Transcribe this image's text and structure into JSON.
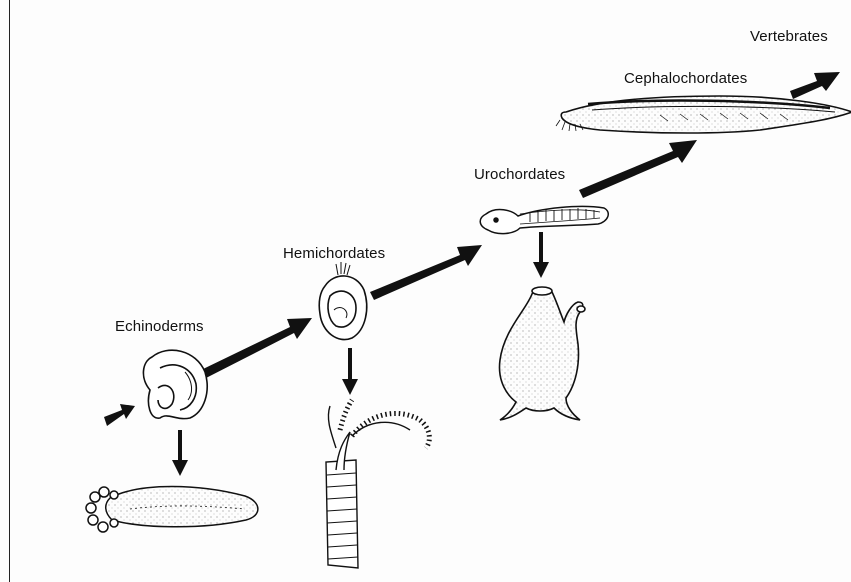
{
  "diagram": {
    "labels": {
      "echinoderms": "Echinoderms",
      "hemichordates": "Hemichordates",
      "urochordates": "Urochordates",
      "cephalochordates": "Cephalochordates",
      "vertebrates": "Vertebrates"
    },
    "colors": {
      "ink": "#111111",
      "paper": "#fdfdfd"
    }
  }
}
